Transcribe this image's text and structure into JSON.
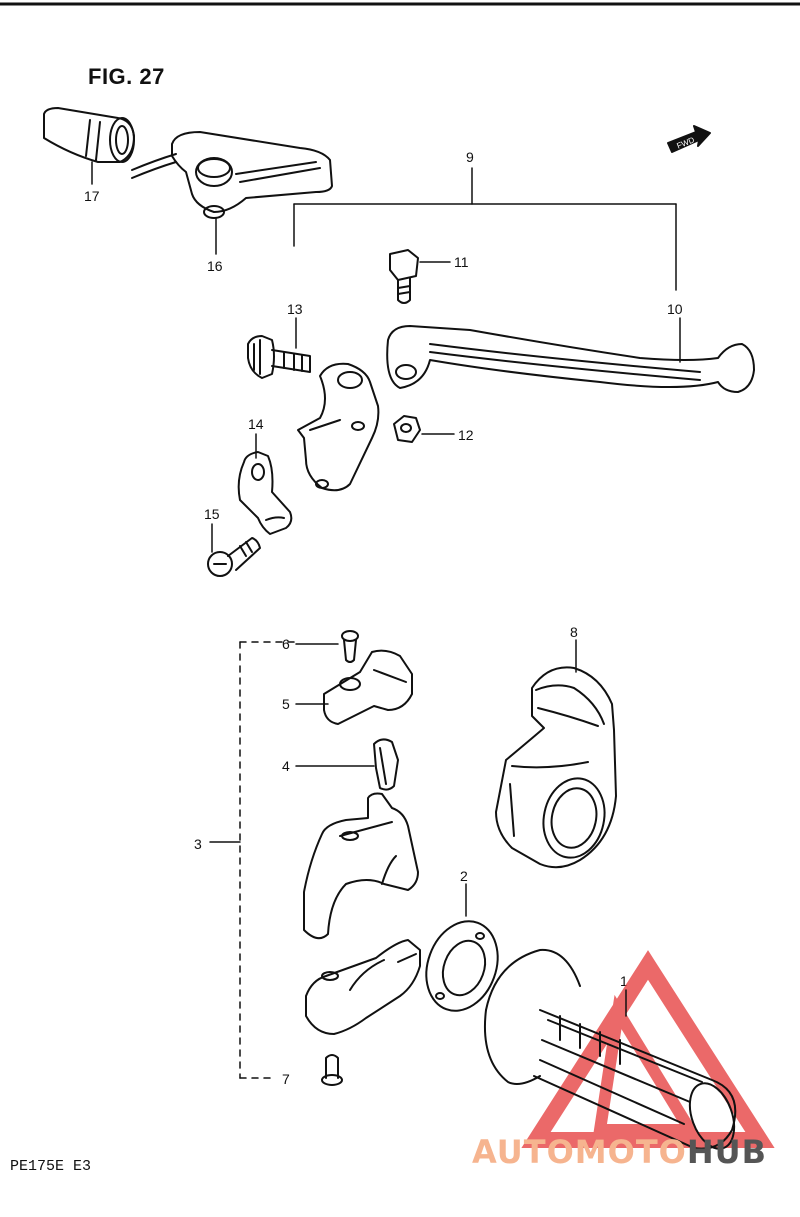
{
  "figure_title": "FIG. 27",
  "drawing_code": "PE175E E3",
  "fwd_label": "FWD",
  "callouts": {
    "c1": "1",
    "c2": "2",
    "c3": "3",
    "c4": "4",
    "c5": "5",
    "c6": "6",
    "c7": "7",
    "c8": "8",
    "c9": "9",
    "c10": "10",
    "c11": "11",
    "c12": "12",
    "c13": "13",
    "c14": "14",
    "c15": "15",
    "c16": "16",
    "c17": "17"
  },
  "watermark": {
    "part1": "AUTOMOTO",
    "part2": "HUB"
  },
  "colors": {
    "line": "#111111",
    "watermark_red": "#e8504f",
    "watermark_orange": "#f6b48f",
    "watermark_gray": "#555555"
  }
}
